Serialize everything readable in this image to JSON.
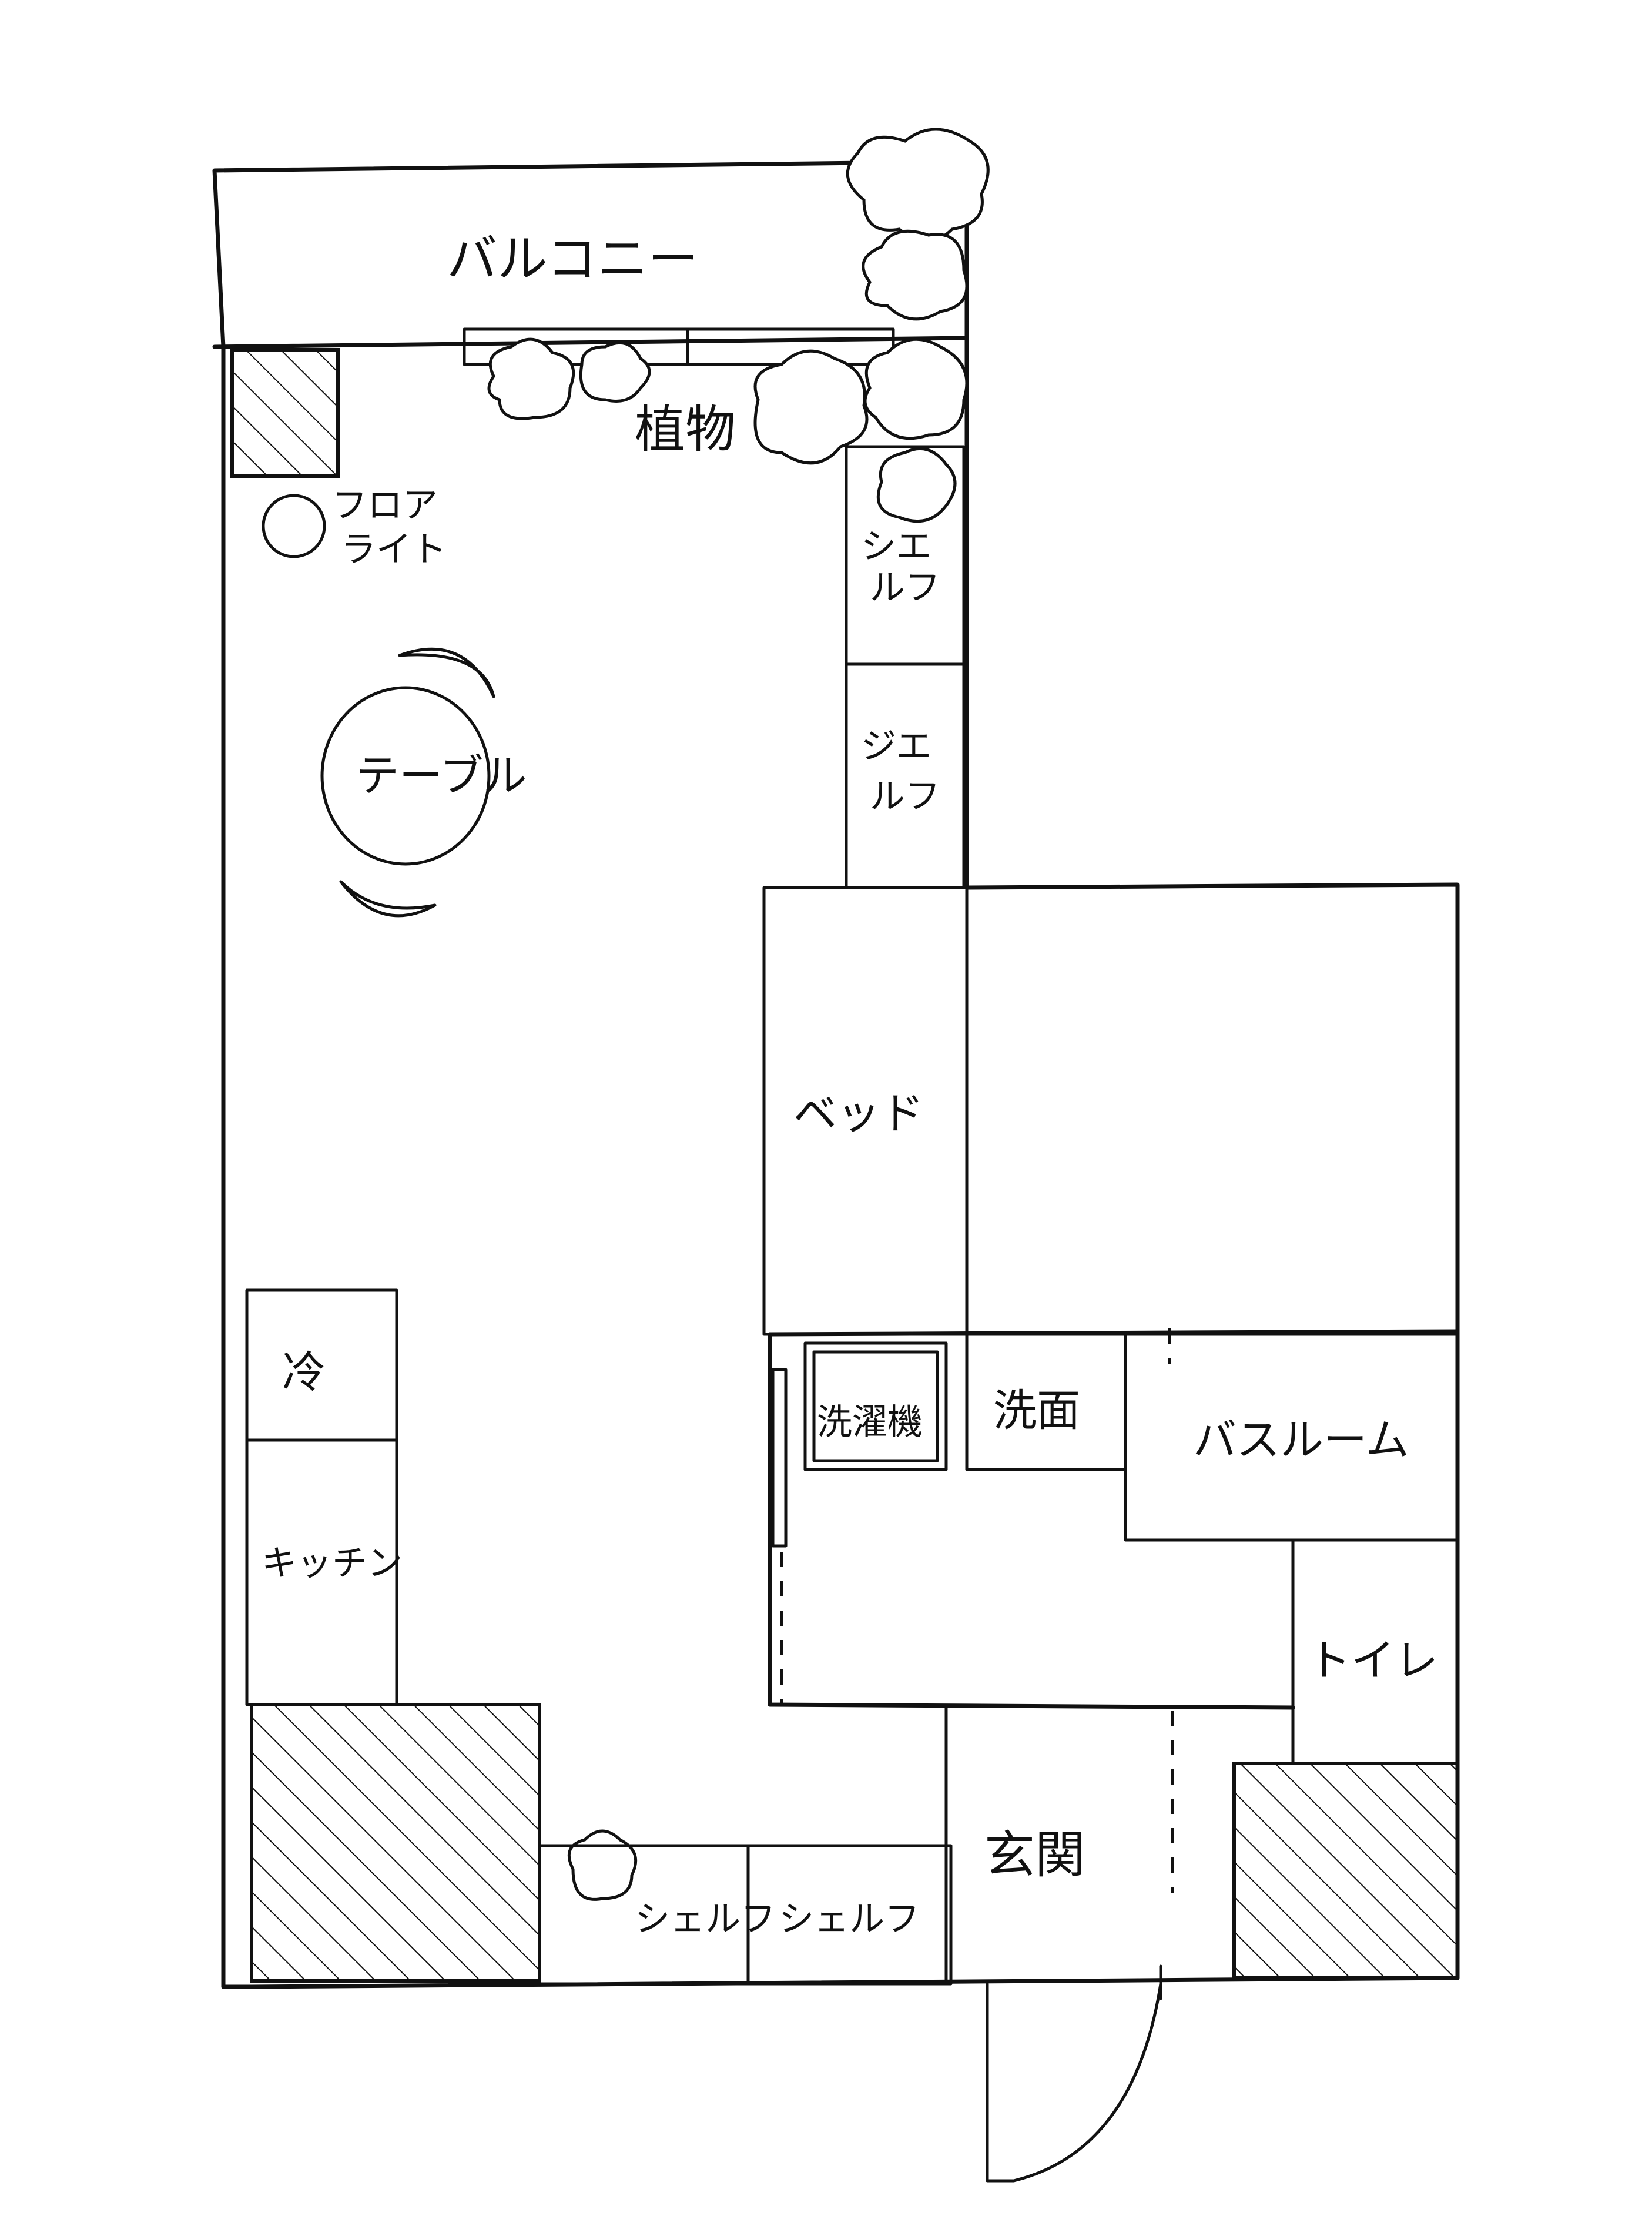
{
  "labels": {
    "balcony": "バルコニー",
    "plants": "植物",
    "floor_light_1": "フロア",
    "floor_light_2": "ライト",
    "table": "テーブル",
    "shelf_top_1": "シエ",
    "shelf_top_2": "ルフ",
    "shelf_mid_1": "ジエ",
    "shelf_mid_2": "ルフ",
    "bed": "ベッド",
    "fridge": "冷",
    "kitchen": "キッチン",
    "washing_machine": "洗濯機",
    "washbasin": "洗面",
    "bathroom": "バスルーム",
    "toilet": "トイレ",
    "entrance": "玄関",
    "shelf_bottom_left": "シェルフ",
    "shelf_bottom_right": "シェルフ"
  },
  "colors": {
    "ink": "#111111",
    "paper": "#ffffff"
  },
  "icons": [
    "plant-icon",
    "floor-light-icon",
    "chair-icon",
    "door-swing-icon",
    "sliding-door-icon"
  ]
}
